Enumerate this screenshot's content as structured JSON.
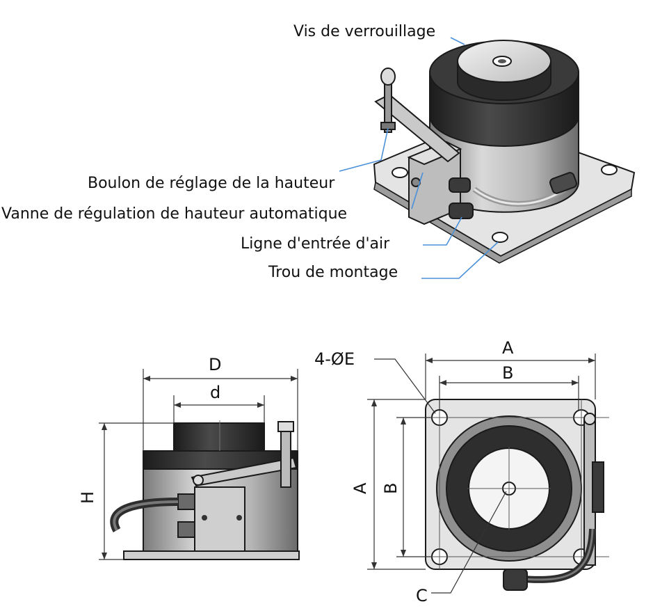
{
  "colors": {
    "leader": "#4a90d9",
    "body_dark": "#2e2e2e",
    "body_mid": "#8a8a8a",
    "body_light": "#d8d8d8",
    "plate": "#e6e6e6"
  },
  "callouts": {
    "lock_screw": "Vis de verrouillage",
    "height_bolt": "Boulon de réglage de la hauteur",
    "leveling_valve": "Vanne de régulation de hauteur automatique",
    "air_inlet": "Ligne d'entrée d'air",
    "mounting_hole": "Trou de montage"
  },
  "dimensions": {
    "D": "D",
    "d": "d",
    "H": "H",
    "A_top": "A",
    "B_top": "B",
    "A_side": "A",
    "B_side": "B",
    "holes": "4-ØE",
    "C": "C"
  }
}
